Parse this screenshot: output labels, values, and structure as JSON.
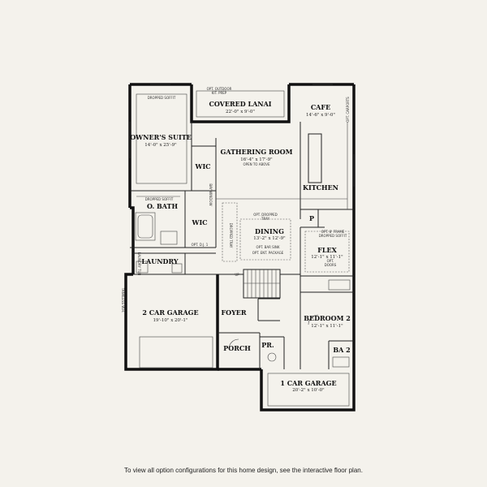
{
  "rooms": {
    "owners_suite": {
      "name": "OWNER'S SUITE",
      "dims": "14'-0\" x 25'-9\""
    },
    "covered_lanai": {
      "name": "COVERED LANAI",
      "dims": "22'-0\" x 9'-0\""
    },
    "cafe": {
      "name": "CAFE",
      "dims": "14'-6\" x 9'-0\""
    },
    "gathering_room": {
      "name": "GATHERING ROOM",
      "dims": "16'-4\" x 17'-9\"",
      "note": "OPEN TO ABOVE"
    },
    "kitchen": {
      "name": "KITCHEN"
    },
    "wic_upper": {
      "name": "WIC"
    },
    "wic_lower": {
      "name": "WIC"
    },
    "o_bath": {
      "name": "O. BATH"
    },
    "dining": {
      "name": "DINING",
      "dims": "13'-2\" x 12'-9\""
    },
    "pantry": {
      "name": "P"
    },
    "flex": {
      "name": "FLEX",
      "dims": "12'-1\" x 11'-1\""
    },
    "laundry": {
      "name": "LAUNDRY"
    },
    "garage_2car": {
      "name": "2 CAR GARAGE",
      "dims": "19'-10\" x 20'-1\""
    },
    "foyer": {
      "name": "FOYER"
    },
    "bedroom2": {
      "name": "BEDROOM 2",
      "dims": "12'-1\" x 11'-1\""
    },
    "porch": {
      "name": "PORCH"
    },
    "powder": {
      "name": "PR."
    },
    "ba2": {
      "name": "BA 2"
    },
    "garage_1car": {
      "name": "1 CAR GARAGE",
      "dims": "20'-2\" x 10'-0\""
    }
  },
  "notes": {
    "dropped_soffit_top": "DROPPED SOFFIT",
    "outdoor_kitchen_1": "OPT. OUTDOOR",
    "outdoor_kitchen_2": "KIT. PREP",
    "opt_carports": "OPT. CARPORTS",
    "dropped_soffit_bath": "DROPPED SOFFIT",
    "dropped_tray_1": "OPT. DROPPED",
    "dropped_tray_2": "TRAY",
    "dropped_tray_vertical": "DROPPED TRAY",
    "opt_bar_sink": "OPT. BAR SINK",
    "opt_ent_package": "OPT. ENT. PACKAGE",
    "opt_dj": "OPT. D.J. 1",
    "opt_frame_1": "OPT. 8' FRAME",
    "opt_frame_2": "DROPPED SOFFIT",
    "opt_doors_1": "OPT.",
    "opt_doors_2": "DOORS",
    "tankless": "TANKLESS W.H.",
    "laundry_tub": "LAUNDRY TUB",
    "bay_window": "BAY WINDOW",
    "stair_up": "UP"
  },
  "footer": "To view all option configurations for this home design, see the interactive floor plan."
}
